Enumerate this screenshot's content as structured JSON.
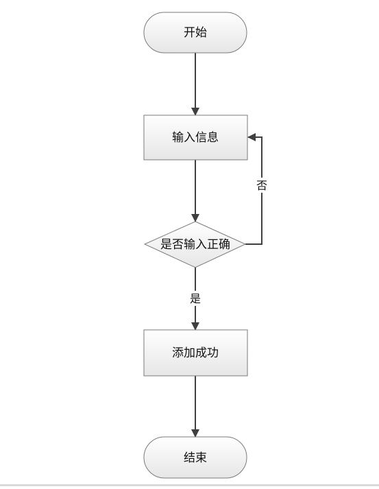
{
  "flowchart": {
    "nodes": {
      "start": {
        "label": "开始"
      },
      "input_info": {
        "label": "输入信息"
      },
      "check_input": {
        "label": "是否输入正确"
      },
      "add_success": {
        "label": "添加成功"
      },
      "end": {
        "label": "结束"
      }
    },
    "edges": {
      "yes_label": "是",
      "no_label": "否"
    }
  },
  "colors": {
    "node_fill_top": "#ffffff",
    "node_fill_bottom": "#e6e6e6",
    "node_stroke": "#7a7a7a",
    "edge_stroke": "#3f3f3f"
  }
}
